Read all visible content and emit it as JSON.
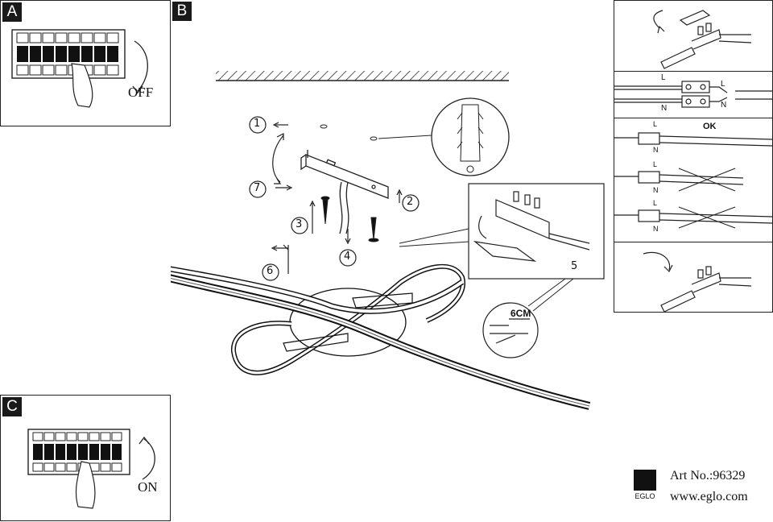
{
  "panels": {
    "a": {
      "tag": "A",
      "state": "OFF"
    },
    "b": {
      "tag": "B"
    },
    "c": {
      "tag": "C",
      "state": "ON"
    }
  },
  "steps": [
    "1",
    "2",
    "3",
    "4",
    "5",
    "6",
    "7"
  ],
  "wiring": {
    "live": "L",
    "neutral": "N",
    "ok": "OK",
    "strip_length": "6CM"
  },
  "footer": {
    "art_no": "Art No.:96329",
    "website": "www.eglo.com",
    "brand": "EGLO"
  }
}
